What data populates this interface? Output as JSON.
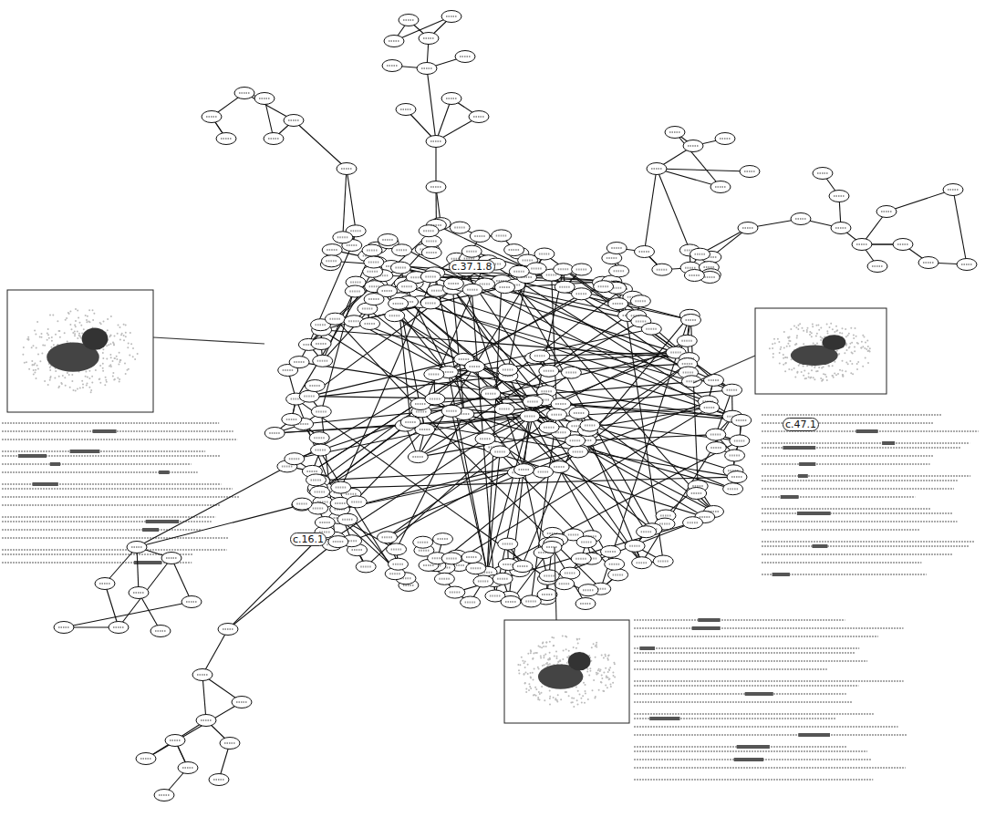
{
  "diagram": {
    "labels": [
      "c.37.1.8",
      "c.47.1",
      "c.16.1"
    ]
  }
}
